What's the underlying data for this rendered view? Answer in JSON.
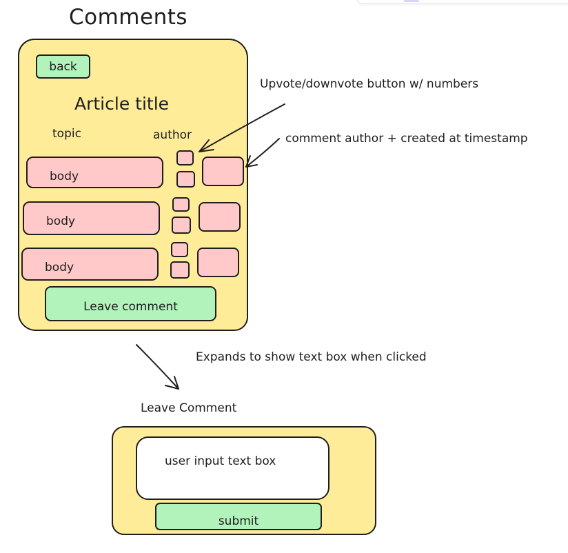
{
  "page_title": "Comments",
  "mockup": {
    "back_label": "back",
    "article_title": "Article title",
    "topic_label": "topic",
    "author_label": "author",
    "comments": [
      {
        "body": "body"
      },
      {
        "body": "body"
      },
      {
        "body": "body"
      }
    ],
    "leave_comment_label": "Leave comment"
  },
  "annotations": {
    "vote_note": "Upvote/downvote button w/ numbers",
    "meta_note": "comment author + created at timestamp",
    "expand_note": "Expands to show text box when clicked"
  },
  "leave_comment_panel": {
    "heading": "Leave Comment",
    "input_placeholder": "user input text box",
    "submit_label": "submit"
  },
  "colors": {
    "panel": "#ffec99",
    "button": "#b2f2bb",
    "comment": "#ffc9c9",
    "stroke": "#1e1e1e"
  }
}
